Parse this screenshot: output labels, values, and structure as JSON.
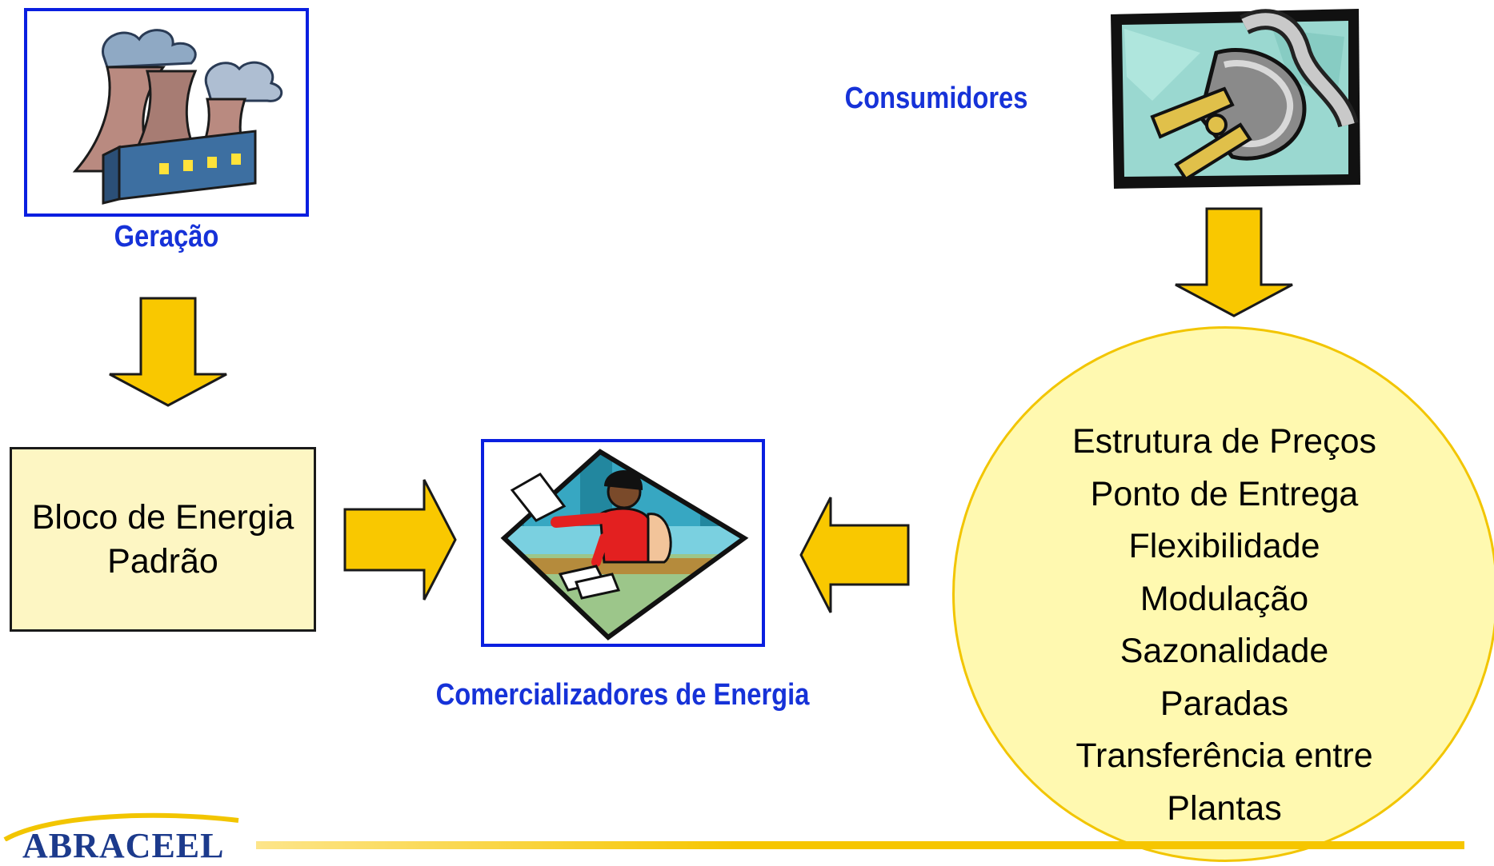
{
  "nodes": {
    "generation": {
      "label": "Geração",
      "icon": "power-plant-icon"
    },
    "consumers": {
      "label": "Consumidores",
      "icon": "power-plug-icon"
    },
    "traders": {
      "label": "Comercializadores de Energia",
      "icon": "trader-at-desk-icon"
    },
    "block": {
      "line1": "Bloco de Energia",
      "line2": "Padrão"
    },
    "requirements": {
      "items": [
        "Estrutura de Preços",
        "Ponto de Entrega",
        "Flexibilidade",
        "Modulação",
        "Sazonalidade",
        "Paradas",
        "Transferência entre",
        "Plantas"
      ]
    }
  },
  "logo": {
    "text": "ABRACEEL"
  },
  "colors": {
    "frame_border": "#0a1fe0",
    "caption_text": "#1632d8",
    "arrow_fill": "#f9c800",
    "block_fill": "#fdf6c3",
    "circle_fill": "#fff9b0",
    "footer_line": "#f6c600"
  }
}
